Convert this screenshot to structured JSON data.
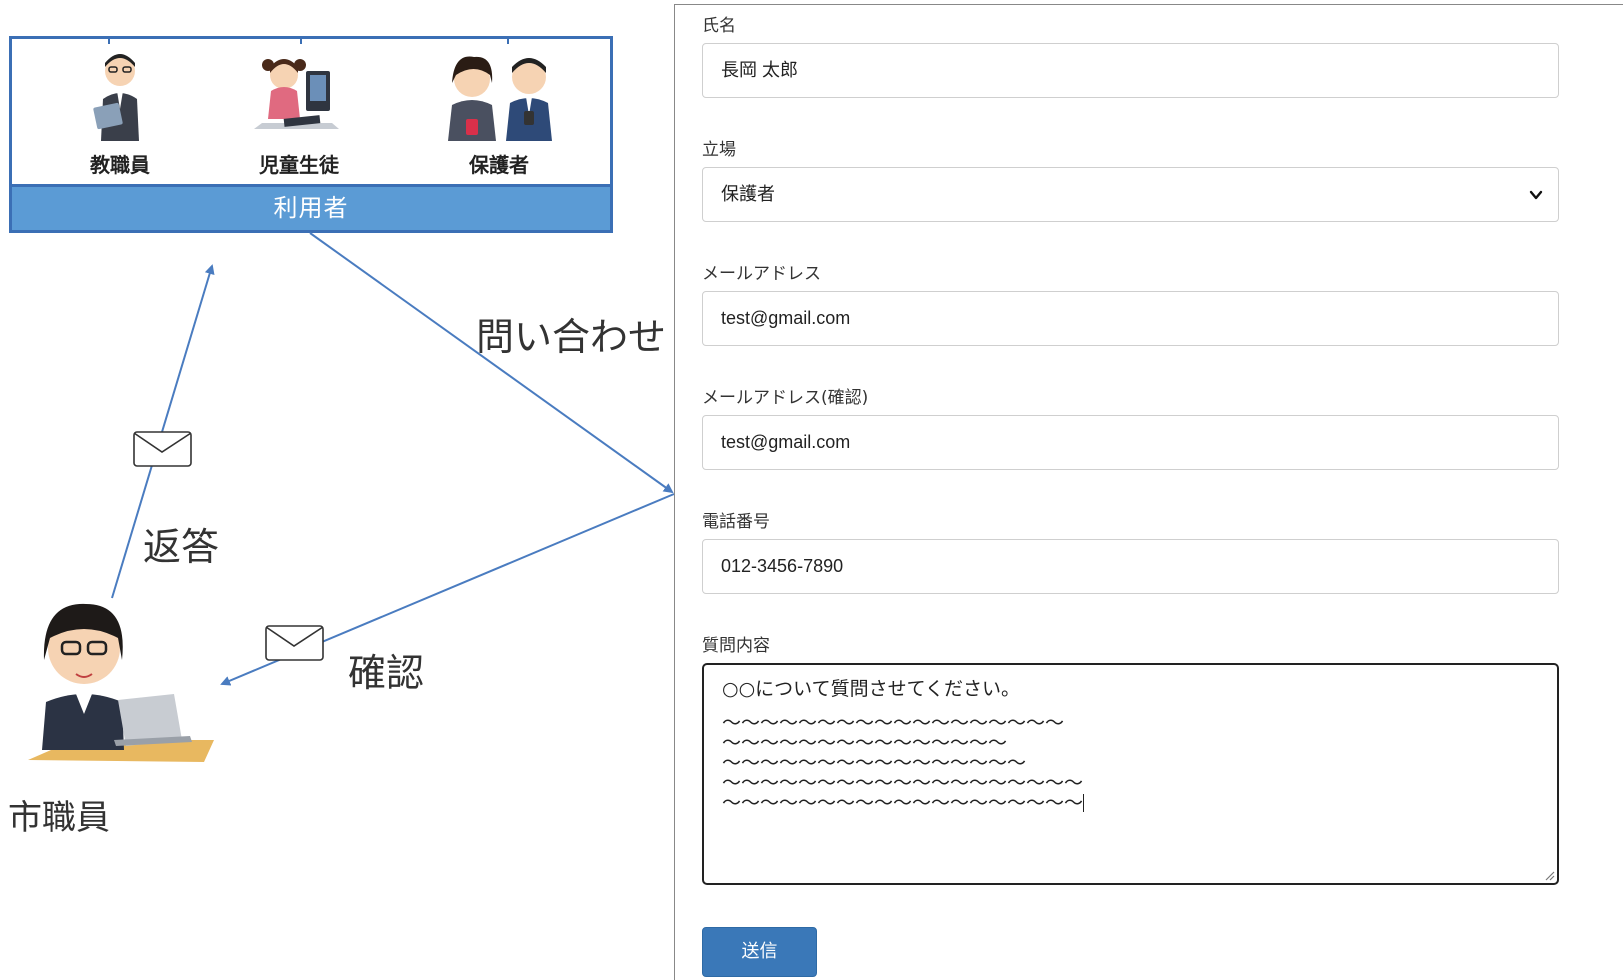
{
  "users": {
    "teacher_label": "教職員",
    "student_label": "児童生徒",
    "guardian_label": "保護者",
    "group_label": "利用者"
  },
  "flow": {
    "inquiry_label": "問い合わせ",
    "reply_label": "返答",
    "confirm_label": "確認",
    "staff_label": "市職員"
  },
  "form": {
    "name_label": "氏名",
    "name_value": "長岡 太郎",
    "role_label": "立場",
    "role_value": "保護者",
    "email_label": "メールアドレス",
    "email_value": "test@gmail.com",
    "email_confirm_label": "メールアドレス(確認)",
    "email_confirm_value": "test@gmail.com",
    "phone_label": "電話番号",
    "phone_value": "012-3456-7890",
    "question_label": "質問内容",
    "question_lines": [
      "○○について質問させてください。",
      "～～～～～～～～～～～～～～～～～～",
      "～～～～～～～～～～～～～～～",
      "～～～～～～～～～～～～～～～～",
      "～～～～～～～～～～～～～～～～～～～",
      "～～～～～～～～～～～～～～～～～～～"
    ],
    "submit_label": "送信"
  },
  "colors": {
    "arrow": "#4a7cc0",
    "bar": "#5b9bd5",
    "border": "#3b6fb5",
    "button": "#3a78b8"
  }
}
